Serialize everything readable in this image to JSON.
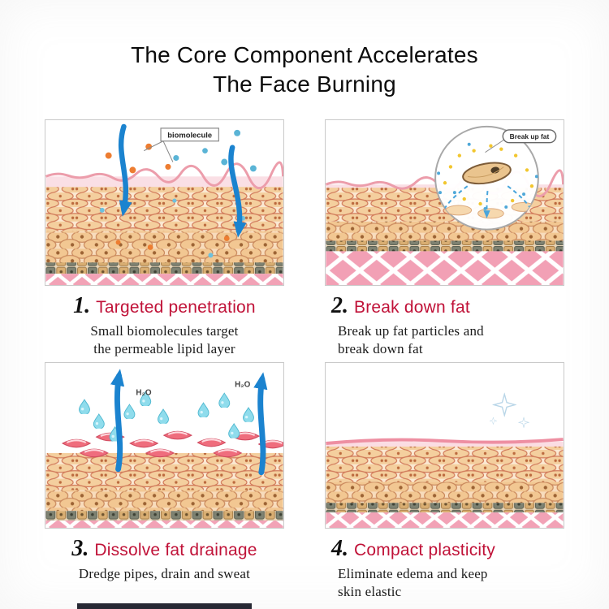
{
  "title": {
    "text": "The Core Component Accelerates\nThe Face Burning"
  },
  "panels": [
    {
      "number": "1.",
      "heading": "Targeted penetration",
      "description": "Small biomolecules target\nthe permeable lipid layer",
      "callout": "biomolecule"
    },
    {
      "number": "2.",
      "heading": "Break down fat",
      "description": "Break up fat particles and\nbreak down fat",
      "callout": "Break up fat"
    },
    {
      "number": "3.",
      "heading": "Dissolve fat drainage",
      "description": "Dredge pipes, drain and sweat",
      "callout": "H₂O"
    },
    {
      "number": "4.",
      "heading": "Compact plasticity",
      "description": "Eliminate edema and keep\nskin elastic"
    }
  ],
  "palette": {
    "heading_accent": "#c01238",
    "arrow_blue": "#1b83cf",
    "skin_cell_tan": "#f4cf9e",
    "cell_outline": "#d07858",
    "tissue_pink": "#f2a2b6",
    "surface_pink": "#ec9dab",
    "dot_orange": "#ed7d31",
    "dot_blue": "#5ab4d6",
    "drop_cyan": "#8fdcec",
    "lens_red": "#ef6d7d"
  }
}
